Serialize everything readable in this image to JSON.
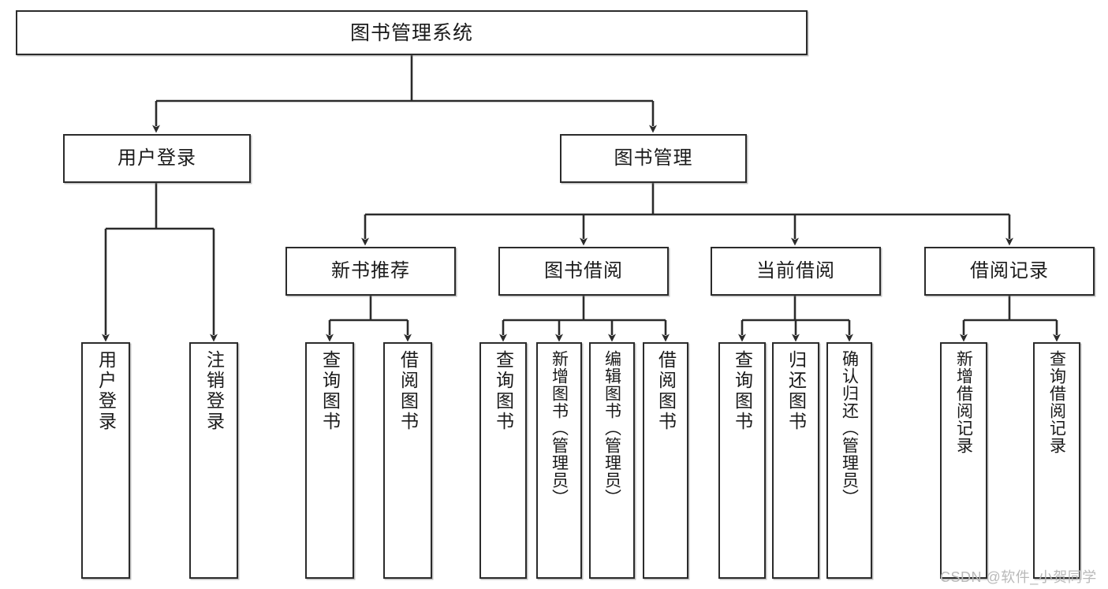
{
  "diagram": {
    "type": "tree-hierarchy",
    "title": "图书管理系统",
    "watermark": "CSDN @软件_小贺同学",
    "colors": {
      "stroke": "#2b2b2b",
      "fill": "#ffffff",
      "text": "#1a1a1a",
      "watermark": "#b9b9b9"
    },
    "levels": {
      "root": {
        "label": "图书管理系统"
      },
      "level1": [
        {
          "id": "user-login",
          "label": "用户登录"
        },
        {
          "id": "book-manage",
          "label": "图书管理"
        }
      ],
      "level2": [
        {
          "id": "new-book-rec",
          "label": "新书推荐",
          "parent": "book-manage"
        },
        {
          "id": "book-borrow",
          "label": "图书借阅",
          "parent": "book-manage"
        },
        {
          "id": "current-borrow",
          "label": "当前借阅",
          "parent": "book-manage"
        },
        {
          "id": "borrow-record",
          "label": "借阅记录",
          "parent": "book-manage"
        }
      ],
      "leaves": [
        {
          "id": "leaf-user-login",
          "label": "用户登录",
          "parent": "user-login"
        },
        {
          "id": "leaf-logout",
          "label": "注销登录",
          "parent": "user-login"
        },
        {
          "id": "leaf-query-book-1",
          "label": "查询图书",
          "parent": "new-book-rec"
        },
        {
          "id": "leaf-borrow-book-1",
          "label": "借阅图书",
          "parent": "new-book-rec"
        },
        {
          "id": "leaf-query-book-2",
          "label": "查询图书",
          "parent": "book-borrow"
        },
        {
          "id": "leaf-add-book",
          "label": "新增图书（管理员）",
          "parent": "book-borrow"
        },
        {
          "id": "leaf-edit-book",
          "label": "编辑图书（管理员）",
          "parent": "book-borrow"
        },
        {
          "id": "leaf-borrow-book-2",
          "label": "借阅图书",
          "parent": "book-borrow"
        },
        {
          "id": "leaf-query-book-3",
          "label": "查询图书",
          "parent": "current-borrow"
        },
        {
          "id": "leaf-return-book",
          "label": "归还图书",
          "parent": "current-borrow"
        },
        {
          "id": "leaf-confirm-return",
          "label": "确认归还（管理员）",
          "parent": "current-borrow"
        },
        {
          "id": "leaf-add-record",
          "label": "新增借阅记录",
          "parent": "borrow-record"
        },
        {
          "id": "leaf-query-record",
          "label": "查询借阅记录",
          "parent": "borrow-record"
        }
      ]
    }
  }
}
